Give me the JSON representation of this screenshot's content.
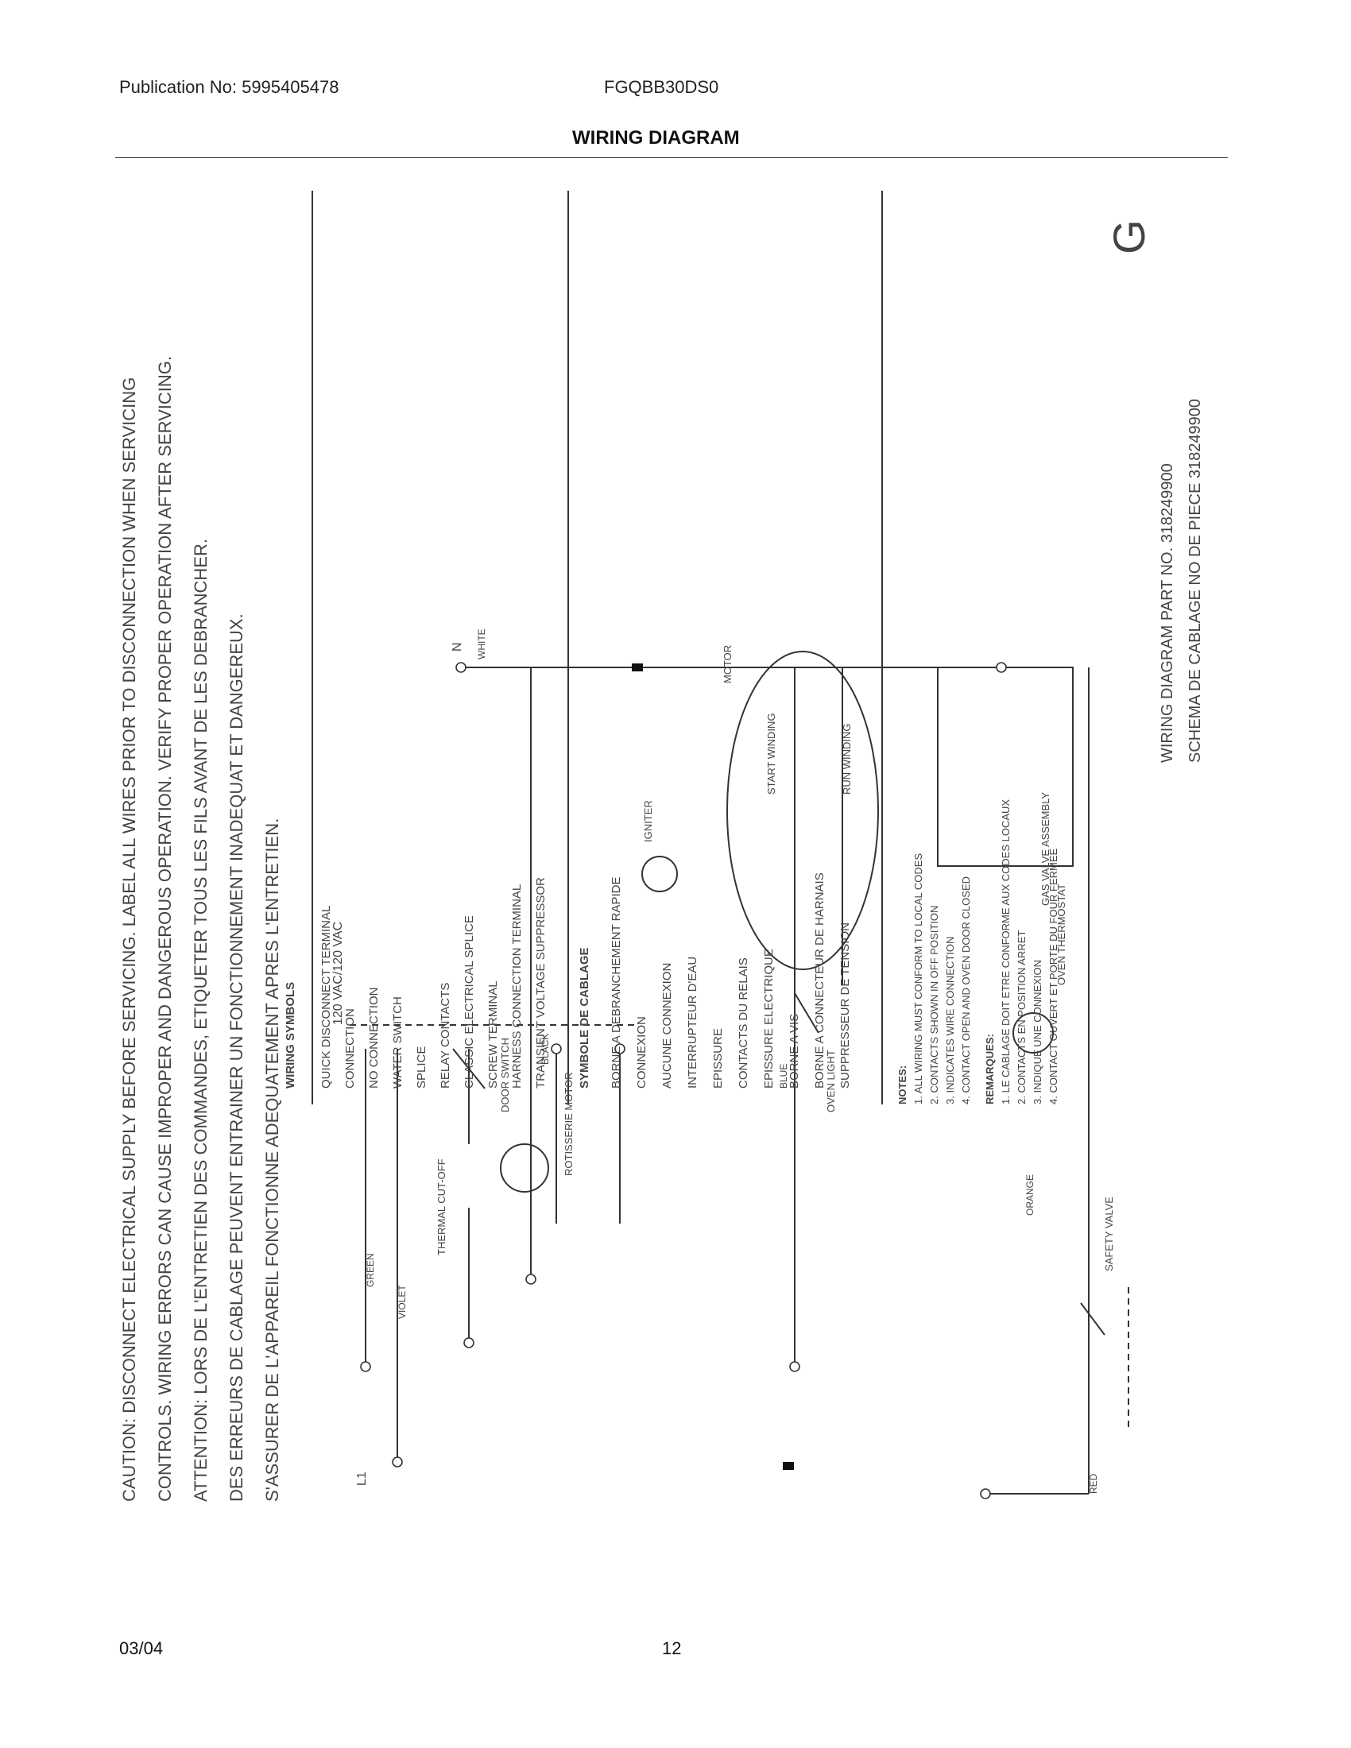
{
  "header": {
    "publication": "Publication No: 5995405478",
    "model": "FGQBB30DS0",
    "title": "WIRING DIAGRAM"
  },
  "footer": {
    "date": "03/04",
    "page_number": "12"
  },
  "caution": {
    "lines": [
      "CAUTION: DISCONNECT ELECTRICAL SUPPLY BEFORE SERVICING. LABEL ALL WIRES PRIOR TO DISCONNECTION WHEN SERVICING",
      "CONTROLS. WIRING ERRORS CAN CAUSE IMPROPER AND DANGEROUS OPERATION. VERIFY PROPER OPERATION AFTER SERVICING.",
      "ATTENTION: LORS DE L'ENTRETIEN DES COMMANDES, ETIQUETER TOUS LES FILS AVANT DE LES DEBRANCHER.",
      "DES ERREURS DE CABLAGE PEUVENT ENTRAINER UN FONCTIONNEMENT INADEQUAT ET DANGEREUX.",
      "S'ASSURER DE L'APPAREIL FONCTIONNE ADEQUATEMENT APRES L'ENTRETIEN."
    ]
  },
  "supply": {
    "voltage": "120 VAC/120 VAC",
    "neutral": "N",
    "line": "L1"
  },
  "legend": {
    "title": "WIRING SYMBOLS",
    "items": [
      "QUICK DISCONNECT TERMINAL",
      "CONNECTION",
      "NO CONNECTION",
      "WATER SWITCH",
      "SPLICE",
      "RELAY CONTACTS",
      "CLASSIC ELECTRICAL SPLICE",
      "SCREW TERMINAL",
      "HARNESS CONNECTION TERMINAL",
      "TRANSIENT VOLTAGE SUPPRESSOR"
    ],
    "title_fr": "SYMBOLE DE CABLAGE",
    "items_fr": [
      "BORNE A DEBRANCHEMENT RAPIDE",
      "CONNEXION",
      "AUCUNE CONNEXION",
      "INTERRUPTEUR D'EAU",
      "EPISSURE",
      "CONTACTS DU RELAIS",
      "EPISSURE ELECTRIQUE",
      "BORNE A VIS",
      "BORNE A CONNECTEUR DE HARNAIS",
      "SUPPRESSEUR DE TENSION"
    ]
  },
  "notes": {
    "title": "NOTES:",
    "items": [
      "1. ALL WIRING MUST CONFORM TO LOCAL CODES",
      "2. CONTACTS SHOWN IN OFF POSITION",
      "3. INDICATES WIRE CONNECTION",
      "4. CONTACT OPEN AND OVEN DOOR CLOSED"
    ],
    "title_fr": "REMARQUES:",
    "items_fr": [
      "1. LE CABLAGE DOIT ETRE CONFORME AUX CODES LOCAUX",
      "2. CONTACTS EN POSITION ARRET",
      "3. INDIQUE UNE CONNEXION",
      "4. CONTACT OUVERT ET PORTE DU FOUR FERMEE"
    ]
  },
  "part_number": {
    "en": "WIRING DIAGRAM PART NO. 318249900",
    "fr": "SCHEMA DE CABLAGE NO DE PIECE 318249900"
  },
  "revision": "G",
  "components": {
    "motor": "MOTOR",
    "start_winding": "START WINDING",
    "run_winding": "RUN WINDING",
    "igniter": "IGNITER",
    "gas_valve": "GAS VALVE ASSEMBLY",
    "oven_thermostat": "OVEN THERMOSTAT",
    "oven_light": "OVEN LIGHT",
    "door_switch": "DOOR SWITCH",
    "safety_valve": "SAFETY VALVE",
    "rotisserie": "ROTISSERIE MOTOR",
    "thermal_cutoff": "THERMAL CUT-OFF"
  },
  "wire_colors": {
    "white": "WHITE",
    "black": "BLACK",
    "red": "RED",
    "blue": "BLUE",
    "orange": "ORANGE",
    "violet": "VIOLET",
    "green": "GREEN"
  }
}
